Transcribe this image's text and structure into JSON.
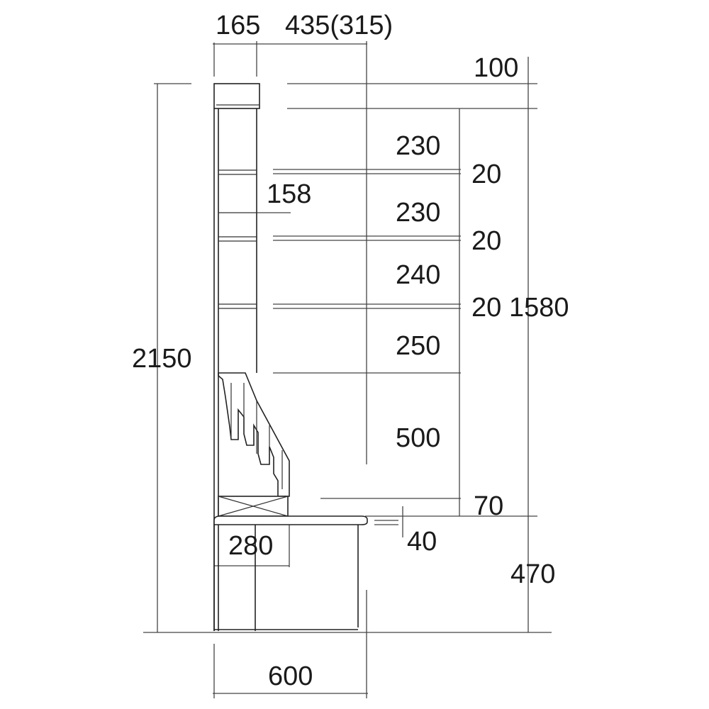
{
  "labels": {
    "dim_165": "165",
    "dim_435": "435(315)",
    "dim_100": "100",
    "dim_230a": "230",
    "dim_20a": "20",
    "dim_158": "158",
    "dim_230b": "230",
    "dim_20b": "20",
    "dim_240": "240",
    "dim_20c": "20",
    "dim_1580": "1580",
    "dim_2150": "2150",
    "dim_250": "250",
    "dim_500": "500",
    "dim_70": "70",
    "dim_40": "40",
    "dim_280": "280",
    "dim_470": "470",
    "dim_600": "600"
  }
}
